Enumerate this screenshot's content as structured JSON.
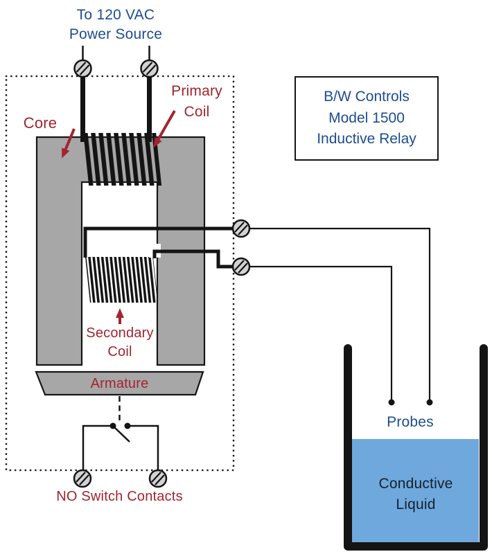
{
  "colors": {
    "label_blue": "#1d4c8f",
    "label_red": "#a2242f",
    "liquid_blue": "#6fa8dc",
    "core_gray": "#a7a7a7",
    "dark_text": "#14202e",
    "line_black": "#141414"
  },
  "power_label": {
    "line1": "To 120 VAC",
    "line2": "Power Source"
  },
  "relay_box": {
    "line1": "B/W Controls",
    "line2": "Model 1500",
    "line3": "Inductive Relay"
  },
  "labels": {
    "core": "Core",
    "primary_line1": "Primary",
    "primary_line2": "Coil",
    "secondary_line1": "Secondary",
    "secondary_line2": "Coil",
    "armature": "Armature",
    "no_switch": "NO Switch Contacts",
    "probes": "Probes",
    "conductive_line1": "Conductive",
    "conductive_line2": "Liquid"
  }
}
